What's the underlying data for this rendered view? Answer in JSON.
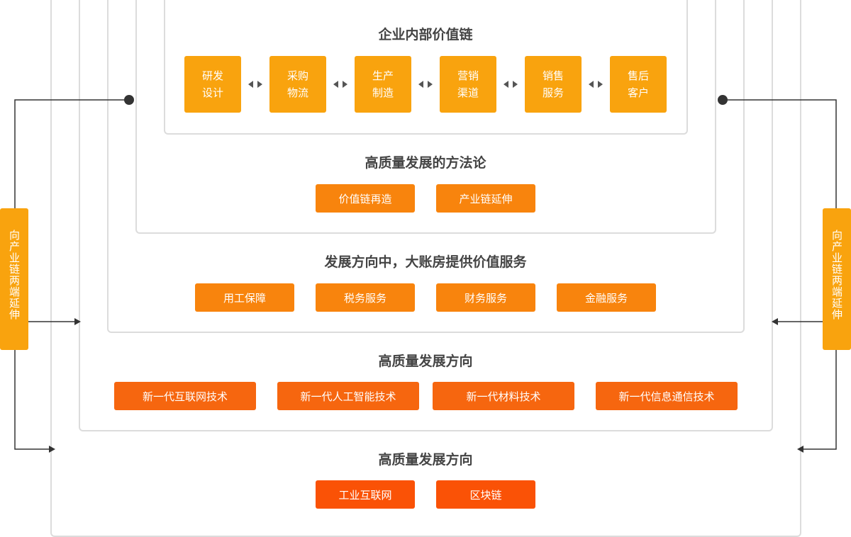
{
  "value_chain": {
    "title": "企业内部价值链",
    "steps": [
      "研发\n设计",
      "采购\n物流",
      "生产\n制造",
      "营销\n渠道",
      "销售\n服务",
      "售后\n客户"
    ]
  },
  "methodology": {
    "title": "高质量发展的方法论",
    "items": [
      "价值链再造",
      "产业链延伸"
    ]
  },
  "services": {
    "title": "发展方向中，大账房提供价值服务",
    "items": [
      "用工保障",
      "税务服务",
      "财务服务",
      "金融服务"
    ]
  },
  "direction_tech": {
    "title": "高质量发展方向",
    "items": [
      "新一代互联网技术",
      "新一代人工智能技术",
      "新一代材料技术",
      "新一代信息通信技术"
    ]
  },
  "direction_industry": {
    "title": "高质量发展方向",
    "items": [
      "工业互联网",
      "区块链"
    ]
  },
  "side_labels": {
    "left": "向产业链两端延伸",
    "right": "向产业链两端延伸"
  },
  "colors": {
    "amber": "#f9a30e",
    "orange": "#f8840d",
    "deep_orange": "#f6660f",
    "red_orange": "#fa5206",
    "frame_border": "#dcdcdc",
    "connector": "#333333",
    "arrow_mid": "#555555"
  }
}
